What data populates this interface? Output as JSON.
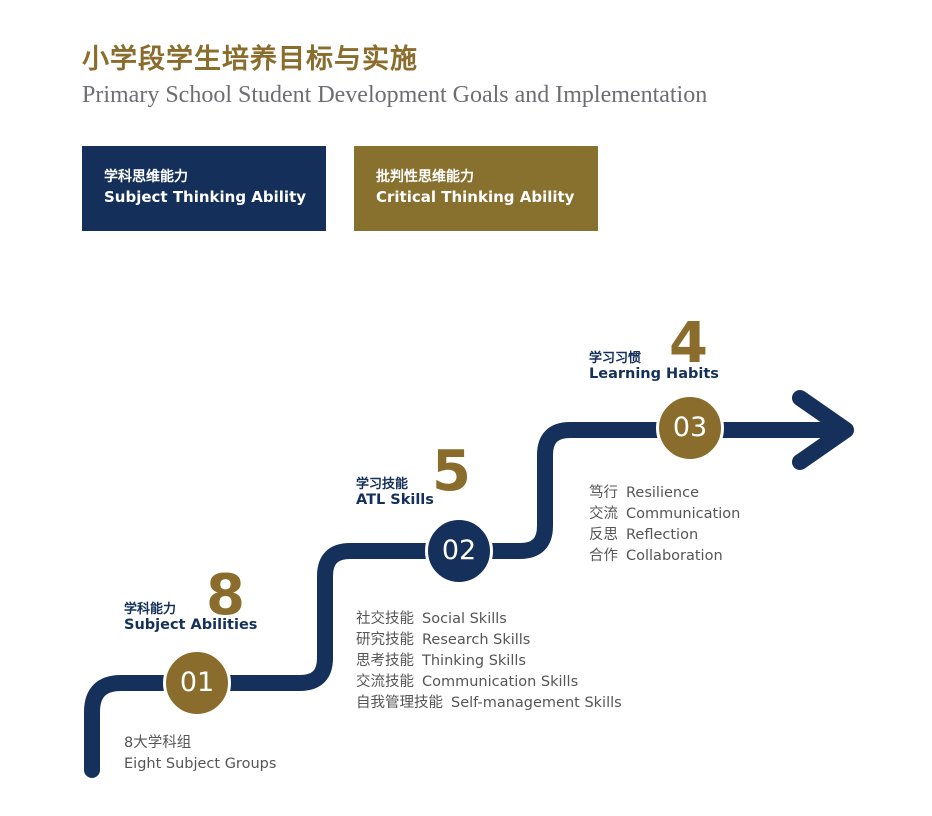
{
  "header": {
    "title_cn": "小学段学生培养目标与实施",
    "title_en": "Primary School Student Development Goals and Implementation"
  },
  "boxes": [
    {
      "cn": "学科思维能力",
      "en": "Subject Thinking Ability",
      "color": "#142f59"
    },
    {
      "cn": "批判性思维能力",
      "en": "Critical Thinking Ability",
      "color": "#88702f"
    }
  ],
  "colors": {
    "navy": "#15305a",
    "gold": "#8a6d2c",
    "text_gray": "#555555"
  },
  "milestones": [
    {
      "step": "01",
      "count": "8",
      "label_cn": "学科能力",
      "label_en": "Subject Abilities",
      "circle_color": "#8a6d2c",
      "items": [
        {
          "cn": "8大学科组",
          "en": "Eight Subject Groups"
        }
      ]
    },
    {
      "step": "02",
      "count": "5",
      "label_cn": "学习技能",
      "label_en": "ATL Skills",
      "circle_color": "#15305a",
      "items": [
        {
          "cn": "社交技能",
          "en": "Social Skills"
        },
        {
          "cn": "研究技能",
          "en": "Research Skills"
        },
        {
          "cn": "思考技能",
          "en": "Thinking Skills"
        },
        {
          "cn": "交流技能",
          "en": "Communication Skills"
        },
        {
          "cn": "自我管理技能",
          "en": "Self-management Skills"
        }
      ]
    },
    {
      "step": "03",
      "count": "4",
      "label_cn": "学习习惯",
      "label_en": "Learning Habits",
      "circle_color": "#8a6d2c",
      "items": [
        {
          "cn": "笃行",
          "en": "Resilience"
        },
        {
          "cn": "交流",
          "en": "Communication"
        },
        {
          "cn": "反思",
          "en": "Reflection"
        },
        {
          "cn": "合作",
          "en": "Collaboration"
        }
      ]
    }
  ]
}
